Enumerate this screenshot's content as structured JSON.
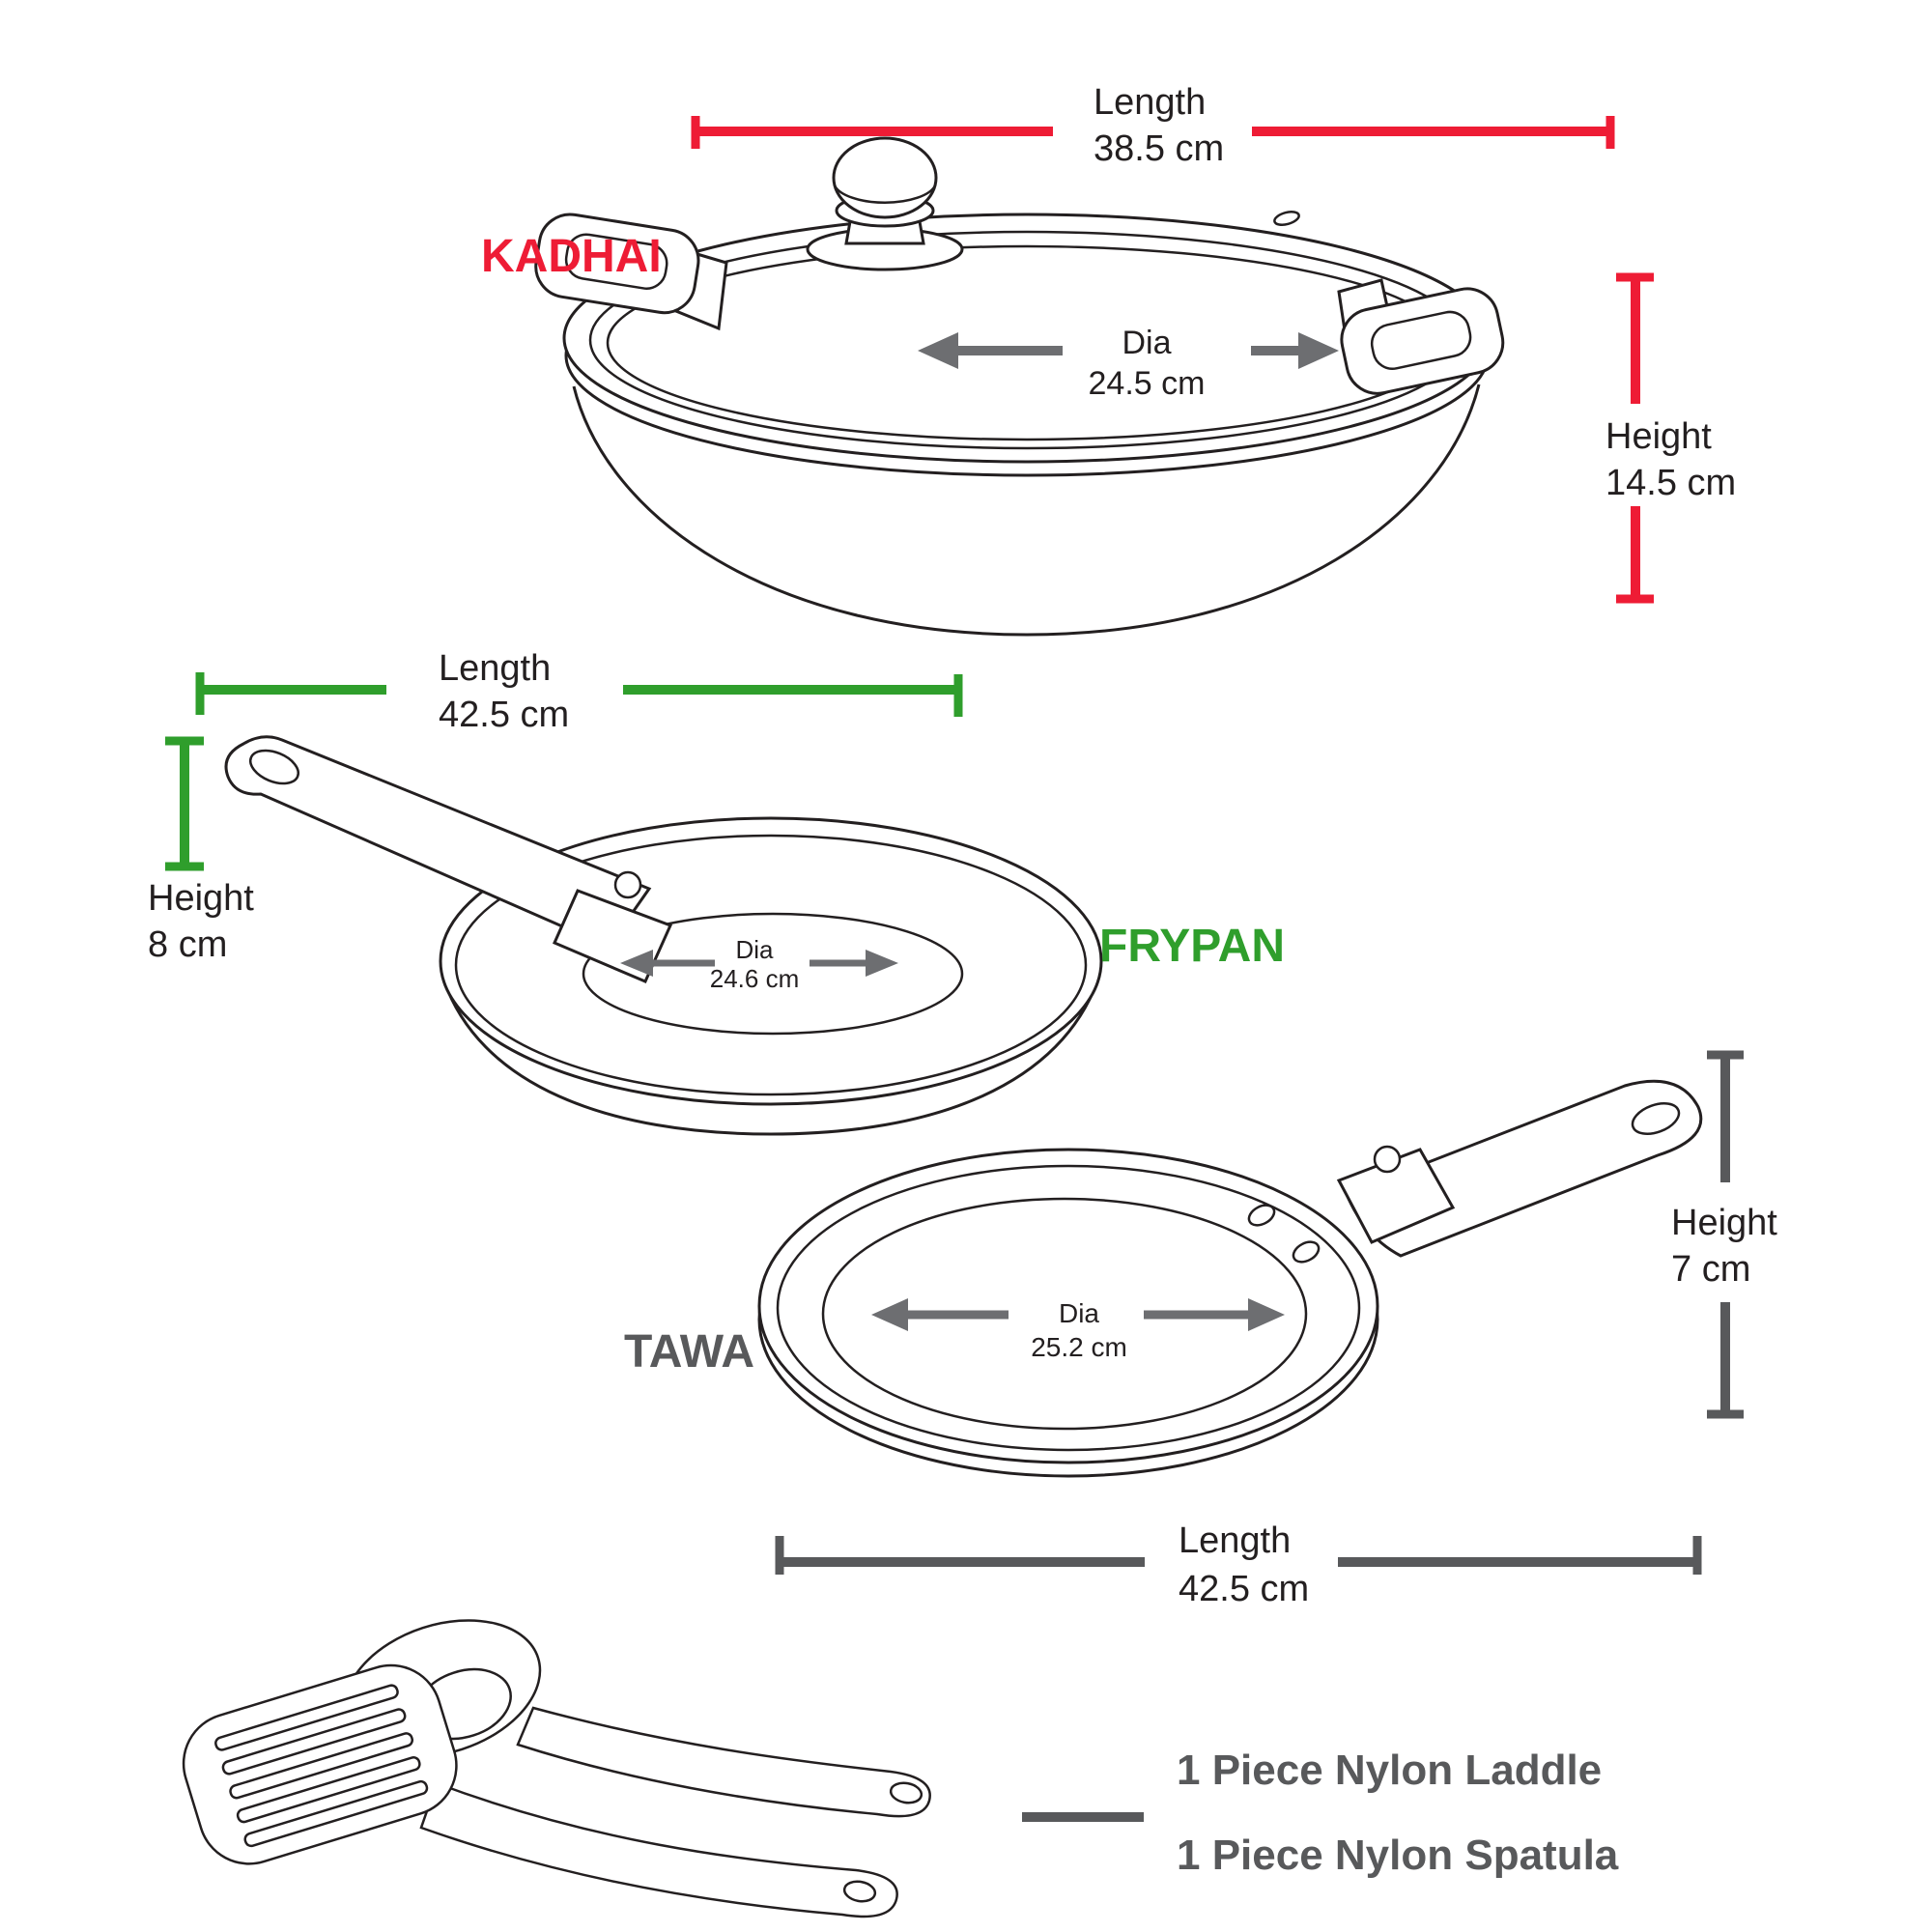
{
  "colors": {
    "red": "#ee1c35",
    "green": "#2f9e2c",
    "gray": "#58595b",
    "arrow": "#6d6e71",
    "ink": "#231f20"
  },
  "kadhai": {
    "label": "KADHAI",
    "length": {
      "label": "Length",
      "value": "38.5 cm"
    },
    "dia": {
      "label": "Dia",
      "value": "24.5 cm"
    },
    "height": {
      "label": "Height",
      "value": "14.5 cm"
    }
  },
  "frypan": {
    "label": "FRYPAN",
    "length": {
      "label": "Length",
      "value": "42.5 cm"
    },
    "dia": {
      "label": "Dia",
      "value": "24.6 cm"
    },
    "height": {
      "label": "Height",
      "value": "8 cm"
    }
  },
  "tawa": {
    "label": "TAWA",
    "length": {
      "label": "Length",
      "value": "42.5 cm"
    },
    "dia": {
      "label": "Dia",
      "value": "25.2 cm"
    },
    "height": {
      "label": "Height",
      "value": "7 cm"
    }
  },
  "accessories": {
    "laddle": "1 Piece Nylon Laddle",
    "spatula": "1 Piece Nylon Spatula"
  }
}
